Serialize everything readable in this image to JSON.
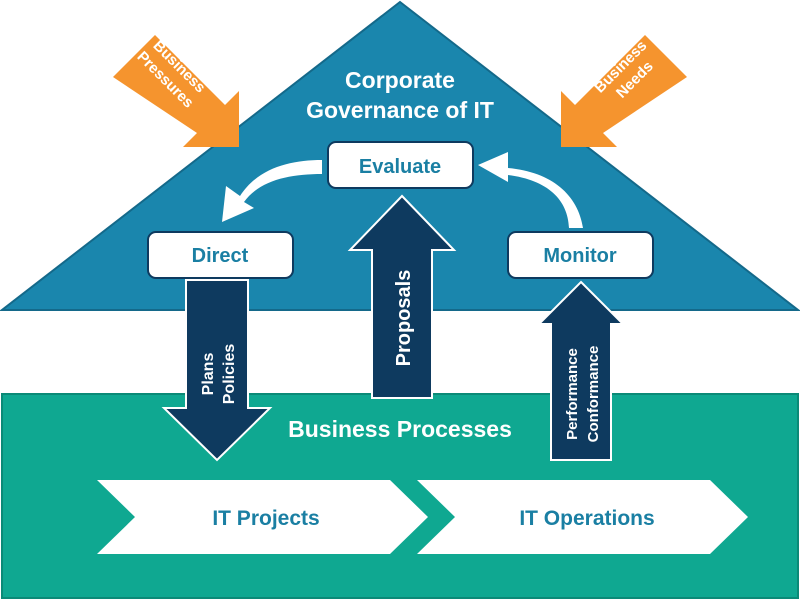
{
  "diagram": {
    "roof_title_line1": "Corporate",
    "roof_title_line2": "Governance of IT",
    "evaluate": "Evaluate",
    "direct": "Direct",
    "monitor": "Monitor",
    "proposals": "Proposals",
    "plans": "Plans",
    "policies": "Policies",
    "performance": "Performance",
    "conformance": "Conformance",
    "business_processes": "Business Processes",
    "it_projects": "IT Projects",
    "it_operations": "IT Operations",
    "pressures_line1": "Business",
    "pressures_line2": "Pressures",
    "needs_line1": "Business",
    "needs_line2": "Needs"
  },
  "colors": {
    "roof": "#1a86ad",
    "roof_stroke": "#14698a",
    "base": "#0fa891",
    "base_stroke": "#0b8a77",
    "navy": "#0e3a5f",
    "orange": "#f5942e",
    "teal_text": "#1a7fa3",
    "white": "#ffffff"
  }
}
